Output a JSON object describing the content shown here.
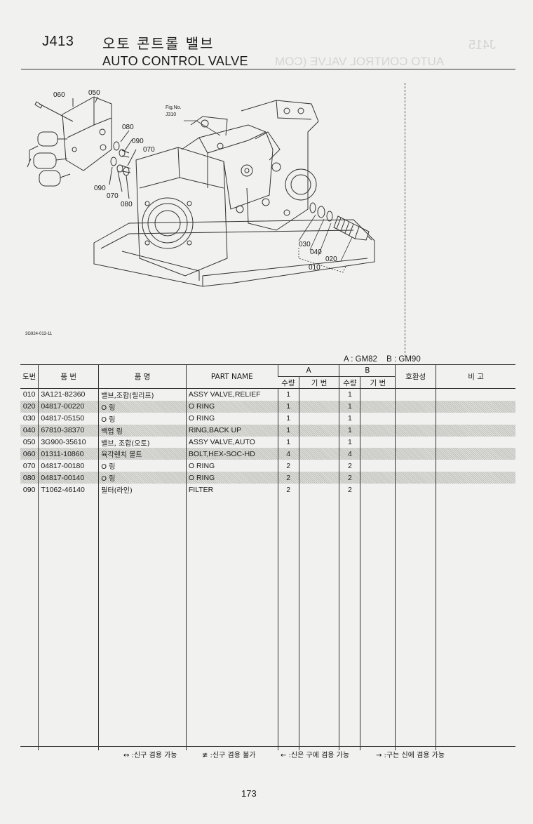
{
  "header": {
    "code": "J413",
    "title_ko": "오토 콘트롤 밸브",
    "title_en": "AUTO CONTROL VALVE"
  },
  "diagram": {
    "figure_id": "3G924-013-11",
    "figure_ref_line1": "Fig.No.",
    "figure_ref_line2": "J310",
    "callouts": [
      "060",
      "050",
      "080",
      "090",
      "070",
      "090",
      "070",
      "080",
      "030",
      "040",
      "020",
      "010"
    ]
  },
  "legend": {
    "a": "A : GM82",
    "b": "B : GM90"
  },
  "table": {
    "headers": {
      "ref": "도번",
      "part_no": "품  번",
      "name_ko": "품    명",
      "part_name": "PART  NAME",
      "group_a": "A",
      "group_b": "B",
      "qty": "수량",
      "serial": "기 번",
      "interchange": "호환성",
      "remarks": "비  고"
    },
    "rows": [
      {
        "ref": "010",
        "part_no": "3A121-82360",
        "name_ko": "밸브,조합(릴리프)",
        "part_name": "ASSY VALVE,RELIEF",
        "qty_a": "1",
        "qty_b": "1",
        "shaded": false
      },
      {
        "ref": "020",
        "part_no": "04817-00220",
        "name_ko": "O 링",
        "part_name": "O RING",
        "qty_a": "1",
        "qty_b": "1",
        "shaded": true
      },
      {
        "ref": "030",
        "part_no": "04817-05150",
        "name_ko": "O 링",
        "part_name": "O RING",
        "qty_a": "1",
        "qty_b": "1",
        "shaded": false
      },
      {
        "ref": "040",
        "part_no": "67810-38370",
        "name_ko": "백업 링",
        "part_name": "RING,BACK UP",
        "qty_a": "1",
        "qty_b": "1",
        "shaded": true
      },
      {
        "ref": "050",
        "part_no": "3G900-35610",
        "name_ko": "밸브, 조합(오토)",
        "part_name": "ASSY VALVE,AUTO",
        "qty_a": "1",
        "qty_b": "1",
        "shaded": false
      },
      {
        "ref": "060",
        "part_no": "01311-10860",
        "name_ko": "육각렌치 볼트",
        "part_name": "BOLT,HEX-SOC-HD",
        "qty_a": "4",
        "qty_b": "4",
        "shaded": true
      },
      {
        "ref": "070",
        "part_no": "04817-00180",
        "name_ko": "O 링",
        "part_name": "O RING",
        "qty_a": "2",
        "qty_b": "2",
        "shaded": false
      },
      {
        "ref": "080",
        "part_no": "04817-00140",
        "name_ko": "O 링",
        "part_name": "O RING",
        "qty_a": "2",
        "qty_b": "2",
        "shaded": true
      },
      {
        "ref": "090",
        "part_no": "T1062-46140",
        "name_ko": "필터(라인)",
        "part_name": "FILTER",
        "qty_a": "2",
        "qty_b": "2",
        "shaded": false
      }
    ]
  },
  "footer": {
    "note1": "↔ :신구 겸용 가능",
    "note2": "≢ :신구 겸용 불가",
    "note3": "← :신은 구에 겸용 가능",
    "note4": "→ :구는 신에 겸용 가능",
    "page_number": "173"
  },
  "bleed_through": {
    "code": "J415",
    "title": "AUTO CONTROL VALVE (COM"
  }
}
